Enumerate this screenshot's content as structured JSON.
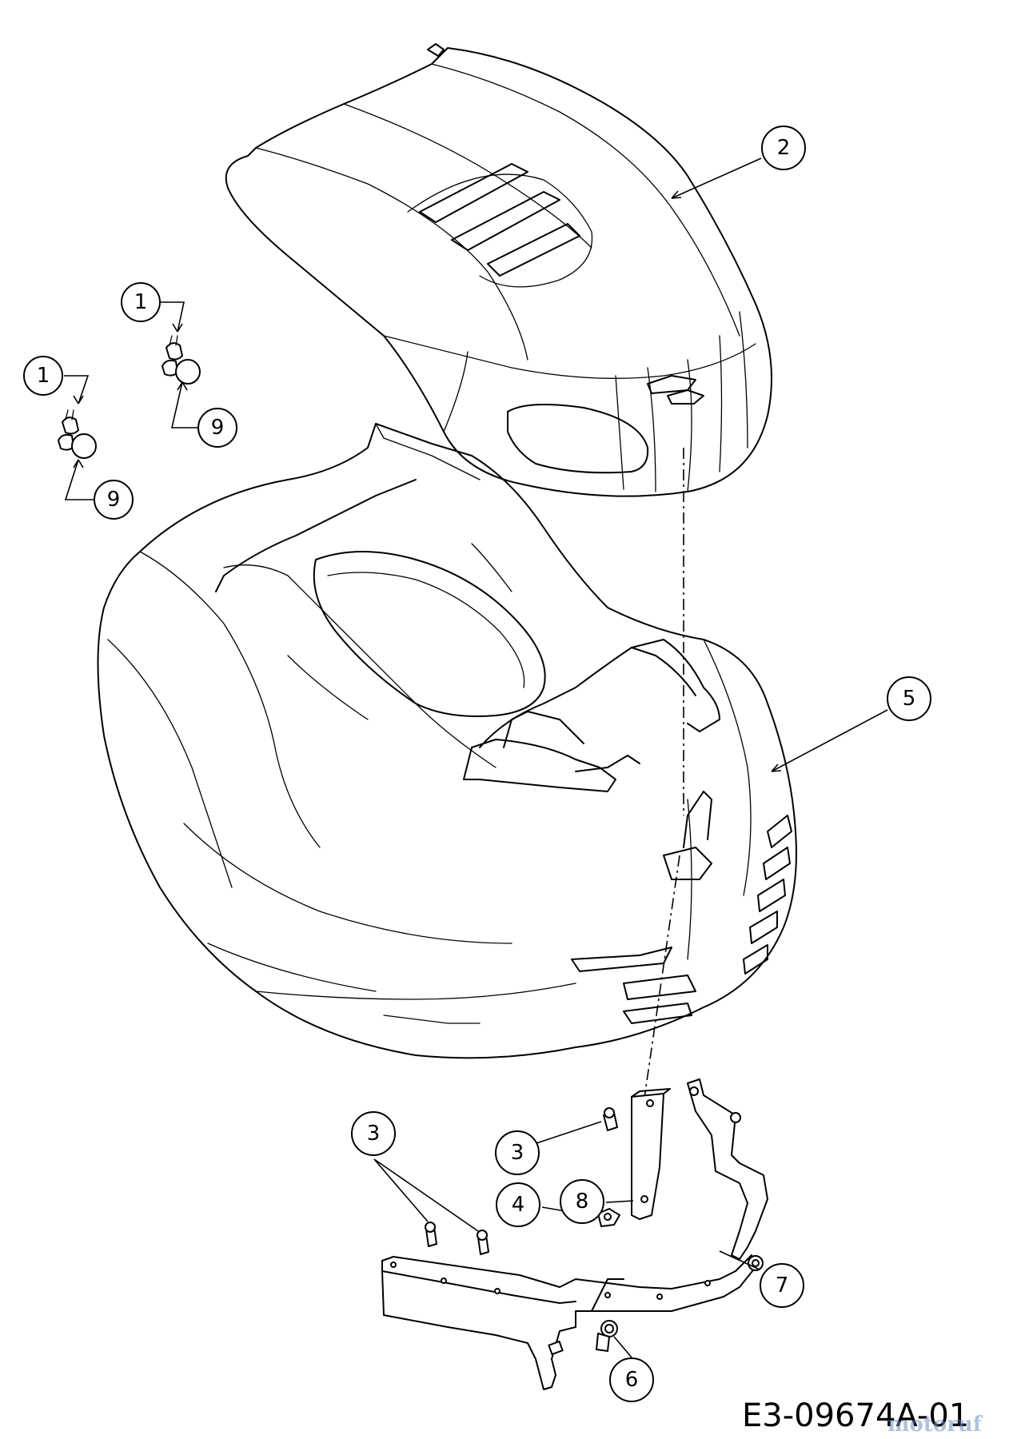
{
  "drawing_number": "E3-09674A-01",
  "watermark": "motoruf",
  "callouts": {
    "c1a": "1",
    "c1b": "1",
    "c9a": "9",
    "c9b": "9",
    "c2": "2",
    "c5": "5",
    "c3a": "3",
    "c3b": "3",
    "c8": "8",
    "c4": "4",
    "c7": "7",
    "c6": "6"
  }
}
